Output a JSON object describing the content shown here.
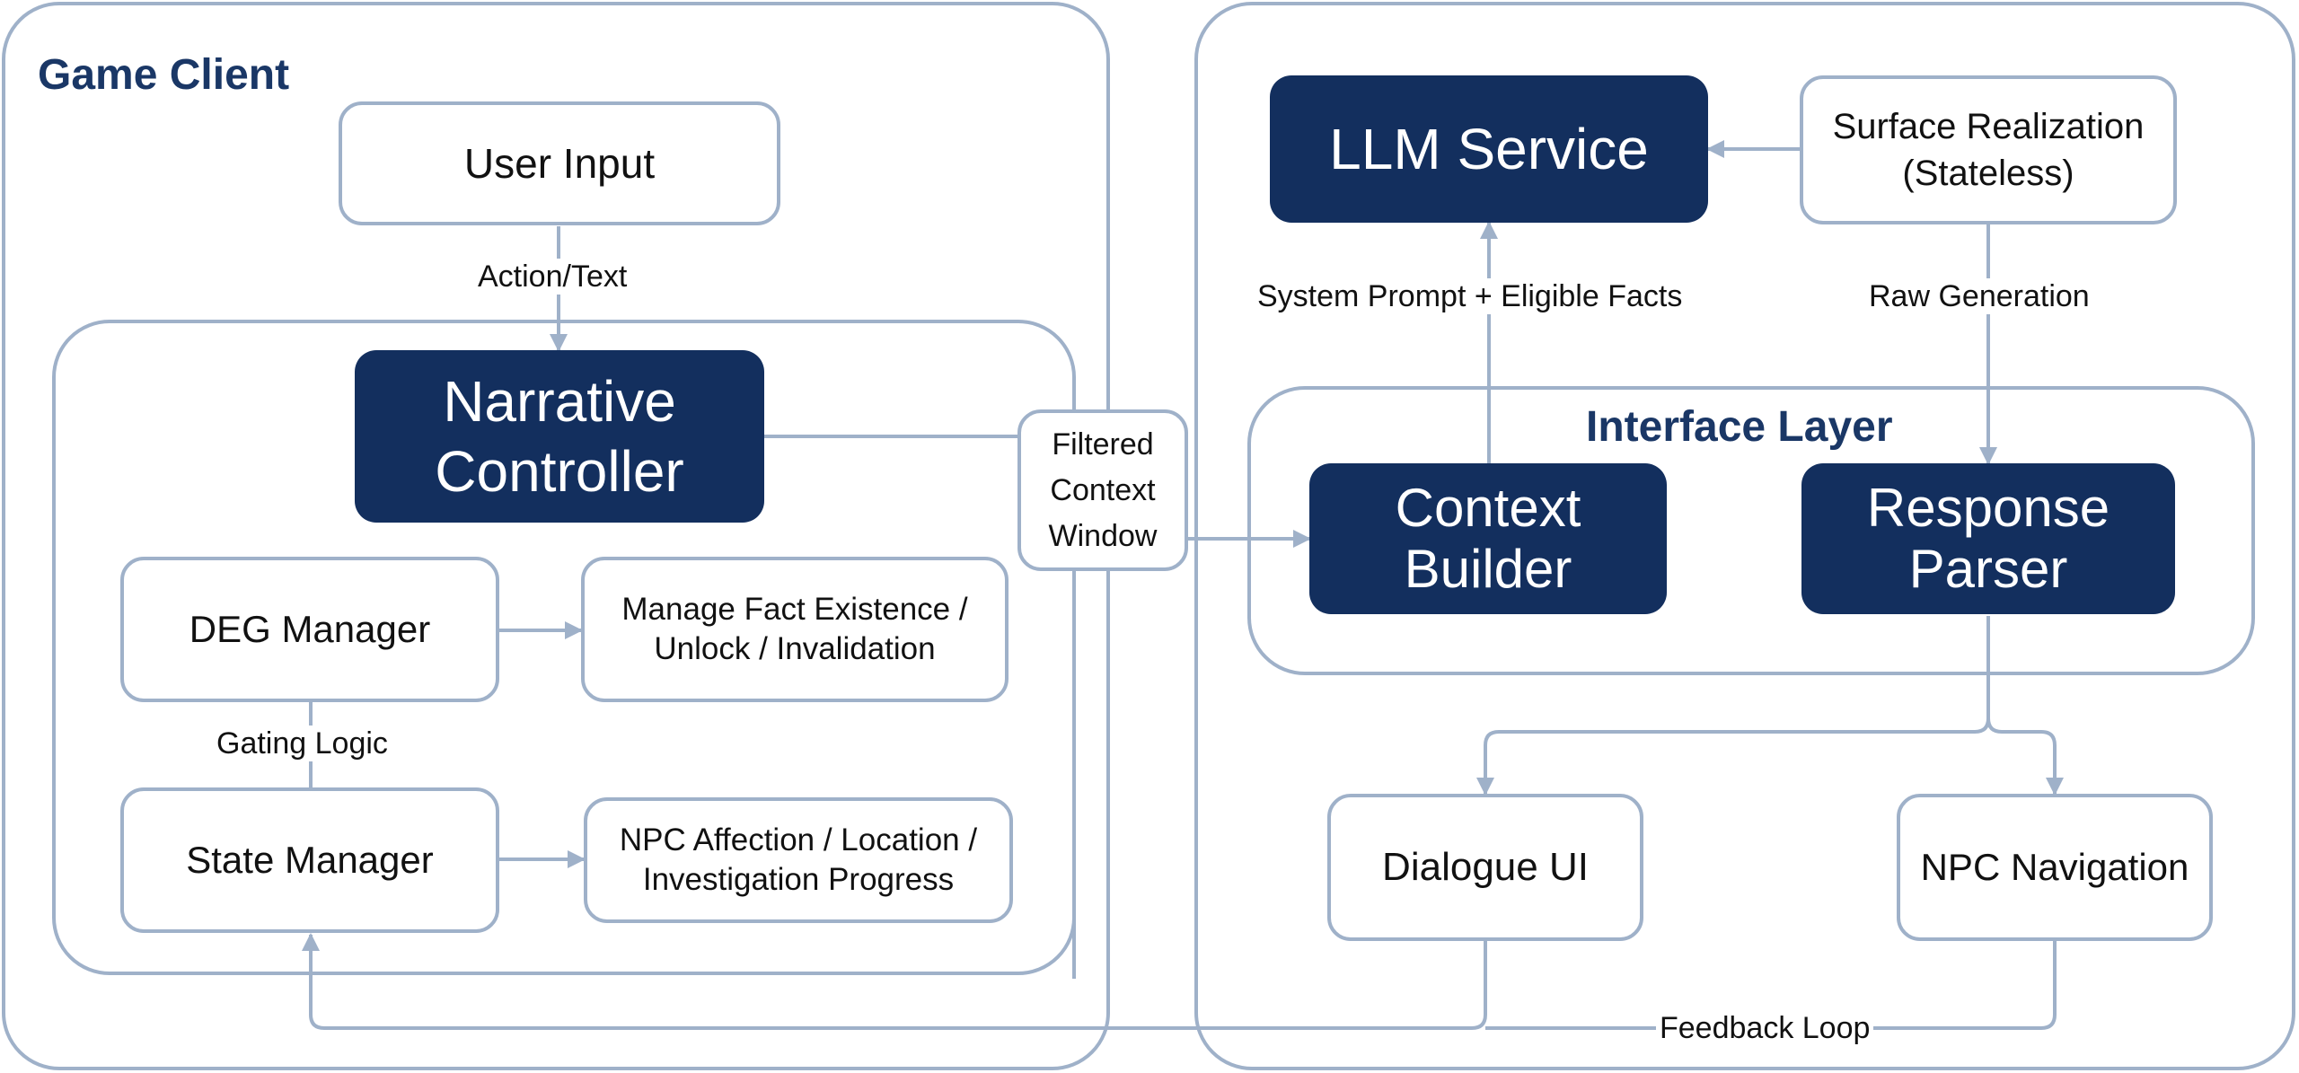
{
  "colors": {
    "dark_box": "#132f5e",
    "border": "#9fb1c9",
    "heading": "#1a3766"
  },
  "game_client": {
    "title": "Game Client",
    "user_input": "User Input",
    "action_text": "Action/Text",
    "narrative_controller": "Narrative\nController",
    "deg_manager": "DEG Manager",
    "deg_note": "Manage Fact Existence /\nUnlock / Invalidation",
    "gating_logic": "Gating Logic",
    "state_manager": "State Manager",
    "state_note": "NPC Affection / Location /\nInvestigation Progress"
  },
  "bridge": {
    "filtered_context": "Filtered\nContext\nWindow"
  },
  "server": {
    "llm_service": "LLM Service",
    "surface_realization": "Surface Realization\n(Stateless)",
    "system_prompt": "System Prompt + Eligible Facts",
    "raw_generation": "Raw Generation",
    "interface_layer": "Interface Layer",
    "context_builder": "Context\nBuilder",
    "response_parser": "Response\nParser",
    "dialogue_ui": "Dialogue UI",
    "npc_navigation": "NPC Navigation",
    "feedback_loop": "Feedback Loop"
  }
}
